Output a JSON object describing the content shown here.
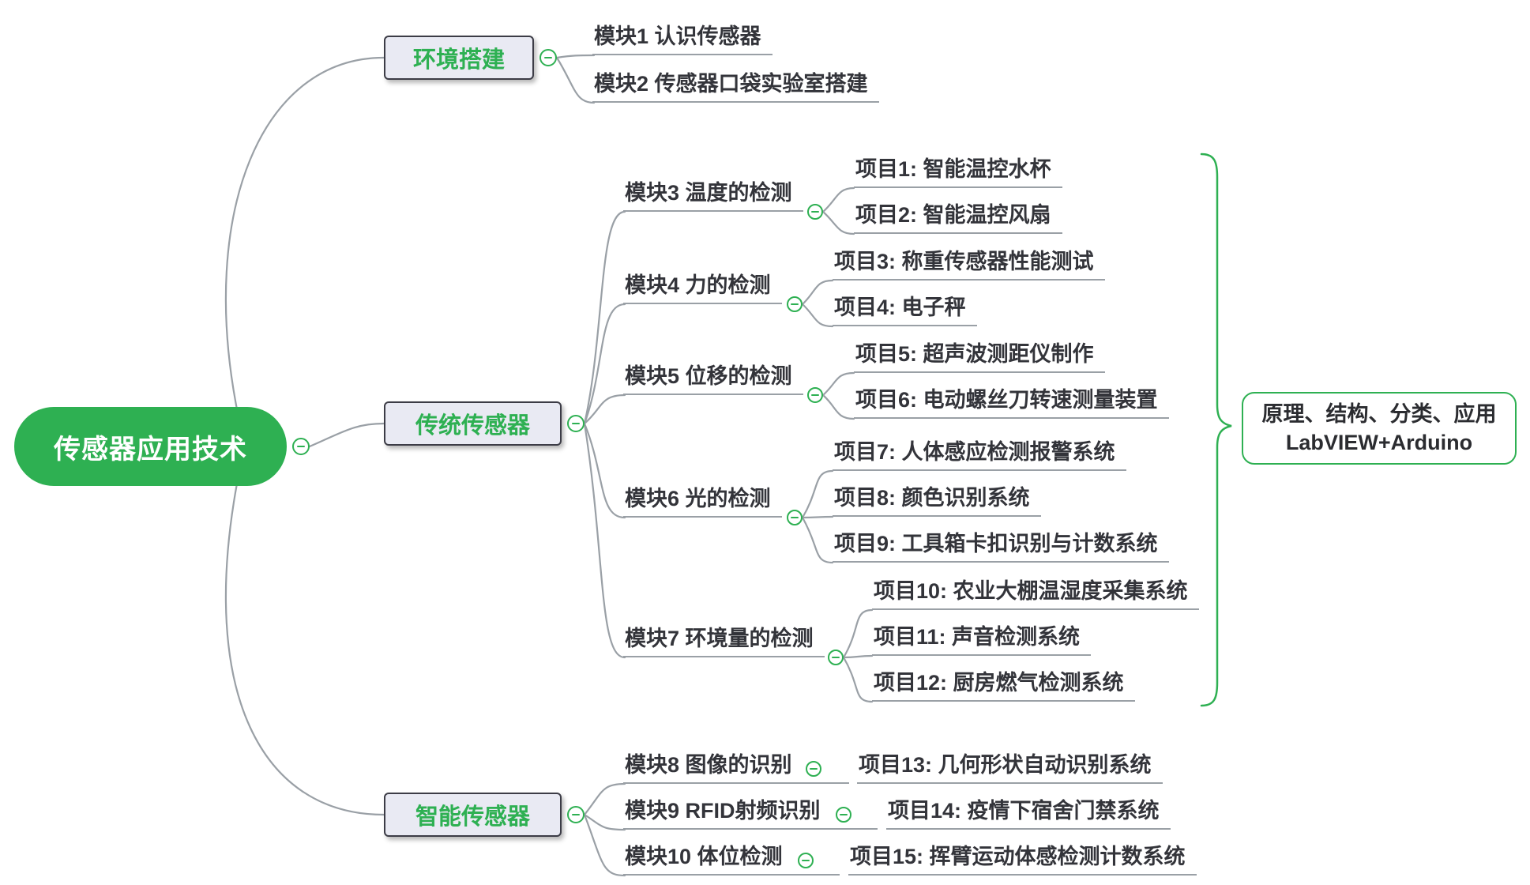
{
  "root": {
    "label": "传感器应用技术"
  },
  "branches": [
    {
      "label": "环境搭建",
      "children": [
        {
          "label": "模块1 认识传感器"
        },
        {
          "label": "模块2 传感器口袋实验室搭建"
        }
      ]
    },
    {
      "label": "传统传感器",
      "children": [
        {
          "label": "模块3 温度的检测",
          "children": [
            {
              "label": "项目1: 智能温控水杯"
            },
            {
              "label": "项目2: 智能温控风扇"
            }
          ]
        },
        {
          "label": "模块4 力的检测",
          "children": [
            {
              "label": "项目3: 称重传感器性能测试"
            },
            {
              "label": "项目4: 电子秤"
            }
          ]
        },
        {
          "label": "模块5 位移的检测",
          "children": [
            {
              "label": "项目5: 超声波测距仪制作"
            },
            {
              "label": "项目6: 电动螺丝刀转速测量装置"
            }
          ]
        },
        {
          "label": "模块6 光的检测",
          "children": [
            {
              "label": "项目7: 人体感应检测报警系统"
            },
            {
              "label": "项目8: 颜色识别系统"
            },
            {
              "label": "项目9: 工具箱卡扣识别与计数系统"
            }
          ]
        },
        {
          "label": "模块7 环境量的检测",
          "children": [
            {
              "label": "项目10: 农业大棚温湿度采集系统"
            },
            {
              "label": "项目11: 声音检测系统"
            },
            {
              "label": "项目12: 厨房燃气检测系统"
            }
          ]
        }
      ]
    },
    {
      "label": "智能传感器",
      "children": [
        {
          "label": "模块8 图像的识别",
          "children": [
            {
              "label": "项目13: 几何形状自动识别系统"
            }
          ]
        },
        {
          "label": "模块9 RFID射频识别",
          "children": [
            {
              "label": "项目14: 疫情下宿舍门禁系统"
            }
          ]
        },
        {
          "label": "模块10 体位检测",
          "children": [
            {
              "label": "项目15: 挥臂运动体感检测计数系统"
            }
          ]
        }
      ]
    }
  ],
  "annotation": {
    "line1": "原理、结构、分类、应用",
    "line2": "LabVIEW+Arduino"
  },
  "icons": {
    "collapse": "minus-circle"
  },
  "colors": {
    "accent_green": "#2eb052",
    "connector_gray": "#9aa0a6",
    "node_text": "#33343a",
    "branch_box_bg": "#e9eaf3",
    "branch_box_border": "#3c3c46",
    "root_text": "#ffffff",
    "background": "#ffffff"
  }
}
